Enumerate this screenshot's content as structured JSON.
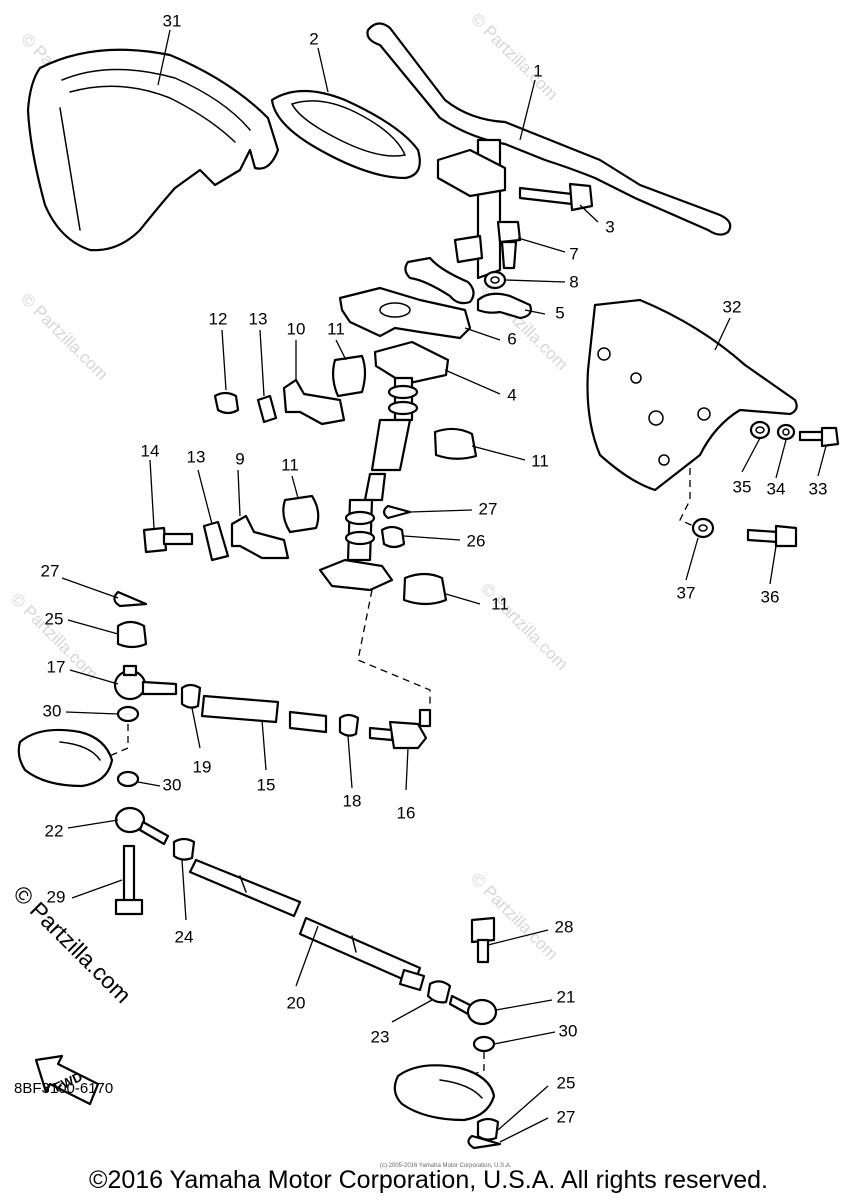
{
  "diagram_code": "8BF3100-6170",
  "copyright": "©2016 Yamaha Motor Corporation, U.S.A. All rights reserved.",
  "small_notice": "(c) 2005-2016 Yamaha Motor Corporation, U.S.A.",
  "watermark": "© Partzilla.com",
  "fwd_label": "FWD",
  "callouts": {
    "p1": "1",
    "p2": "2",
    "p3": "3",
    "p4": "4",
    "p5": "5",
    "p6": "6",
    "p7": "7",
    "p8": "8",
    "p9": "9",
    "p10": "10",
    "p11a": "11",
    "p11b": "11",
    "p11c": "11",
    "p11d": "11",
    "p12": "12",
    "p13a": "13",
    "p13b": "13",
    "p14": "14",
    "p15": "15",
    "p16": "16",
    "p17": "17",
    "p18": "18",
    "p19": "19",
    "p20": "20",
    "p21": "21",
    "p22": "22",
    "p23": "23",
    "p24": "24",
    "p25a": "25",
    "p25b": "25",
    "p26": "26",
    "p27a": "27",
    "p27b": "27",
    "p27c": "27",
    "p28": "28",
    "p29": "29",
    "p30a": "30",
    "p30b": "30",
    "p30c": "30",
    "p31": "31",
    "p32": "32",
    "p33": "33",
    "p34": "34",
    "p35": "35",
    "p36": "36",
    "p37": "37"
  }
}
